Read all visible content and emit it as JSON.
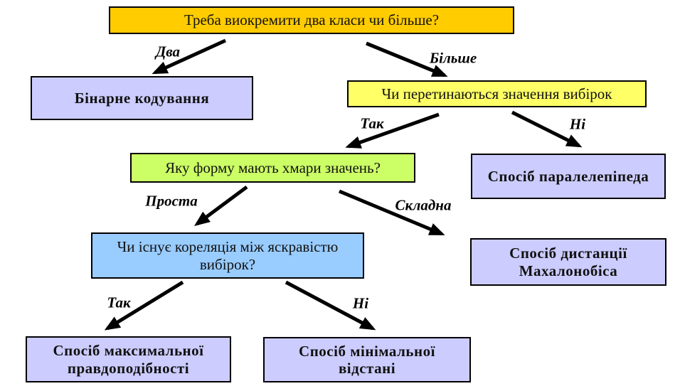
{
  "diagram": {
    "type": "flowchart-decision-tree",
    "language": "Ukrainian",
    "background": "#ffffff",
    "arrow_color": "#000000",
    "border_color": "#000000",
    "nodes": [
      {
        "id": "root-question",
        "label": "Треба виокремити два класи чи більше?",
        "fill": "#FFCC00",
        "bold": false
      },
      {
        "id": "binary-coding",
        "label": "Бінарне кодування",
        "fill": "#CCCCFF",
        "bold": true
      },
      {
        "id": "overlap-question",
        "label": "Чи перетинаються значення вибірок",
        "fill": "#FFFF66",
        "bold": false
      },
      {
        "id": "cloud-shape-question",
        "label": "Яку форму мають хмари значень?",
        "fill": "#CCFF66",
        "bold": false
      },
      {
        "id": "parallelepiped-method",
        "label": "Спосіб паралелепіпеда",
        "fill": "#CCCCFF",
        "bold": true
      },
      {
        "id": "correlation-question",
        "label": "Чи існує кореляція між яскравістю вибірок?",
        "fill": "#99CCFF",
        "bold": false
      },
      {
        "id": "mahalanobis-method",
        "label": "Спосіб дистанції Махалонобіса",
        "fill": "#CCCCFF",
        "bold": true
      },
      {
        "id": "max-likelihood-method",
        "label": "Спосіб максимальної правдоподібності",
        "fill": "#CCCCFF",
        "bold": true
      },
      {
        "id": "min-distance-method",
        "label": "Спосіб мінімальної відстані",
        "fill": "#CCCCFF",
        "bold": true
      }
    ],
    "edges": [
      {
        "from": "root-question",
        "to": "binary-coding",
        "label": "Два"
      },
      {
        "from": "root-question",
        "to": "overlap-question",
        "label": "Більше"
      },
      {
        "from": "overlap-question",
        "to": "cloud-shape-question",
        "label": "Так"
      },
      {
        "from": "overlap-question",
        "to": "parallelepiped-method",
        "label": "Ні"
      },
      {
        "from": "cloud-shape-question",
        "to": "correlation-question",
        "label": "Проста"
      },
      {
        "from": "cloud-shape-question",
        "to": "mahalanobis-method",
        "label": "Складна"
      },
      {
        "from": "correlation-question",
        "to": "max-likelihood-method",
        "label": "Так"
      },
      {
        "from": "correlation-question",
        "to": "min-distance-method",
        "label": "Ні"
      }
    ]
  }
}
